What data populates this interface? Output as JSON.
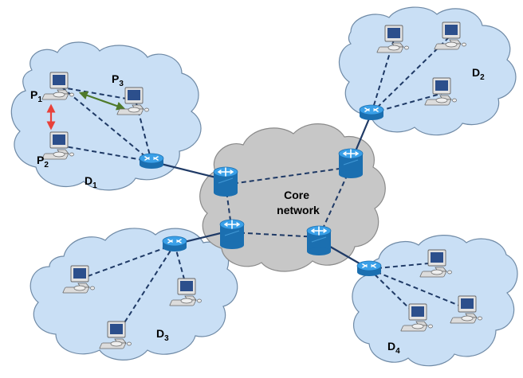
{
  "core_label": {
    "line1": "Core",
    "line2": "network"
  },
  "domains": [
    {
      "id": "d1",
      "label": "D",
      "sub": "1"
    },
    {
      "id": "d2",
      "label": "D",
      "sub": "2"
    },
    {
      "id": "d3",
      "label": "D",
      "sub": "3"
    },
    {
      "id": "d4",
      "label": "D",
      "sub": "4"
    }
  ],
  "peers": [
    {
      "id": "p1",
      "label": "P",
      "sub": "1"
    },
    {
      "id": "p2",
      "label": "P",
      "sub": "2"
    },
    {
      "id": "p3",
      "label": "P",
      "sub": "3"
    }
  ],
  "colors": {
    "cloud_fill": "#c9dff5",
    "cloud_stroke": "#6f8aa6",
    "core_fill": "#c7c7c7",
    "core_stroke": "#8a8a8a",
    "router_fill": "#2b8fd6",
    "link": "#1f3a66",
    "p1_p2_arrow": "#e8413a",
    "p1_p3_arrow": "#4f7a2a"
  },
  "icons": [
    "cloud-shape",
    "router-icon",
    "core-router-icon",
    "workstation-icon"
  ]
}
